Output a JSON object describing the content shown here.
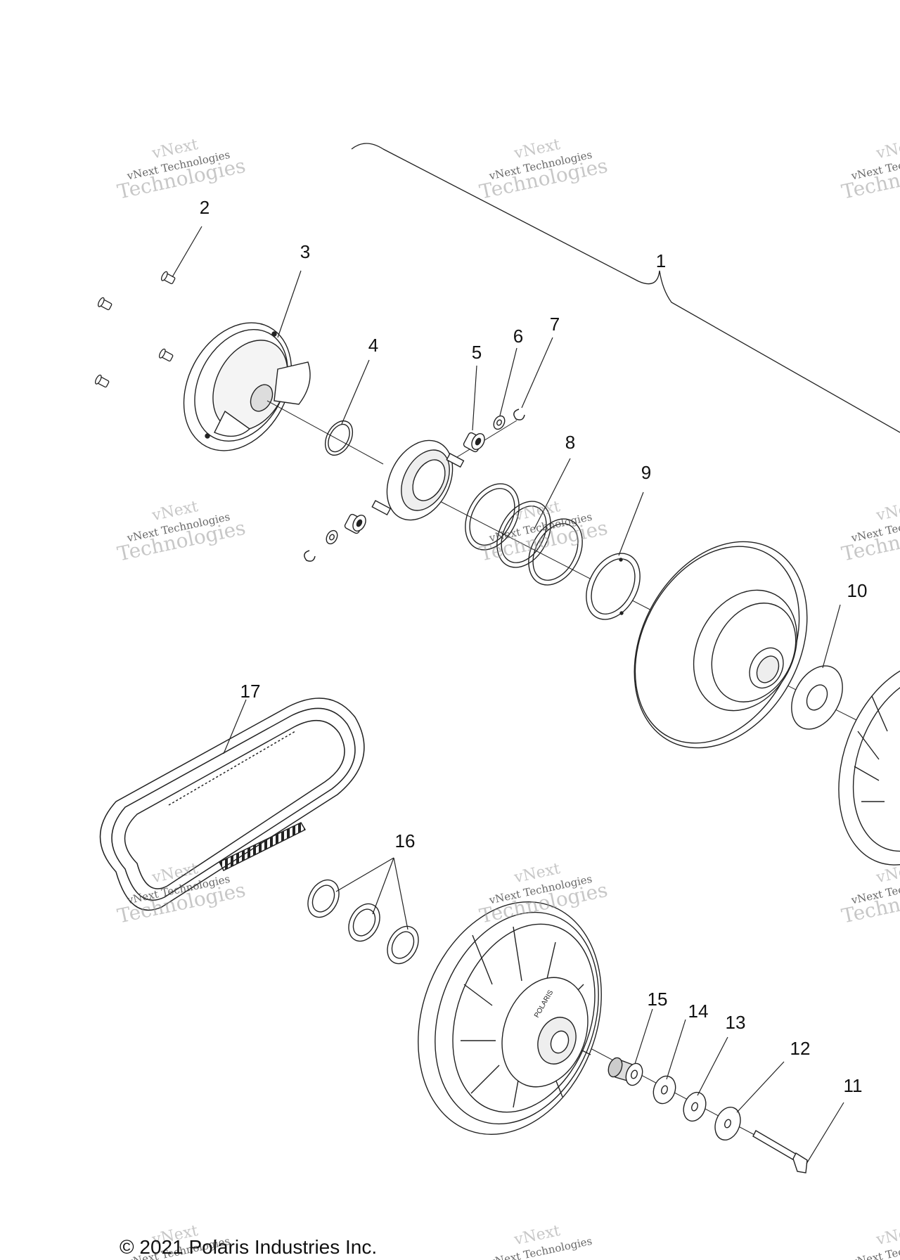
{
  "callouts": [
    "1",
    "2",
    "3",
    "4",
    "5",
    "6",
    "7",
    "8",
    "9",
    "10",
    "11",
    "12",
    "13",
    "14",
    "15",
    "16",
    "17"
  ],
  "watermark": {
    "line1": "vNext",
    "line2": "vNext Technologies",
    "line3": "Technologies"
  },
  "copyright": "© 2021 Polaris Industries Inc."
}
